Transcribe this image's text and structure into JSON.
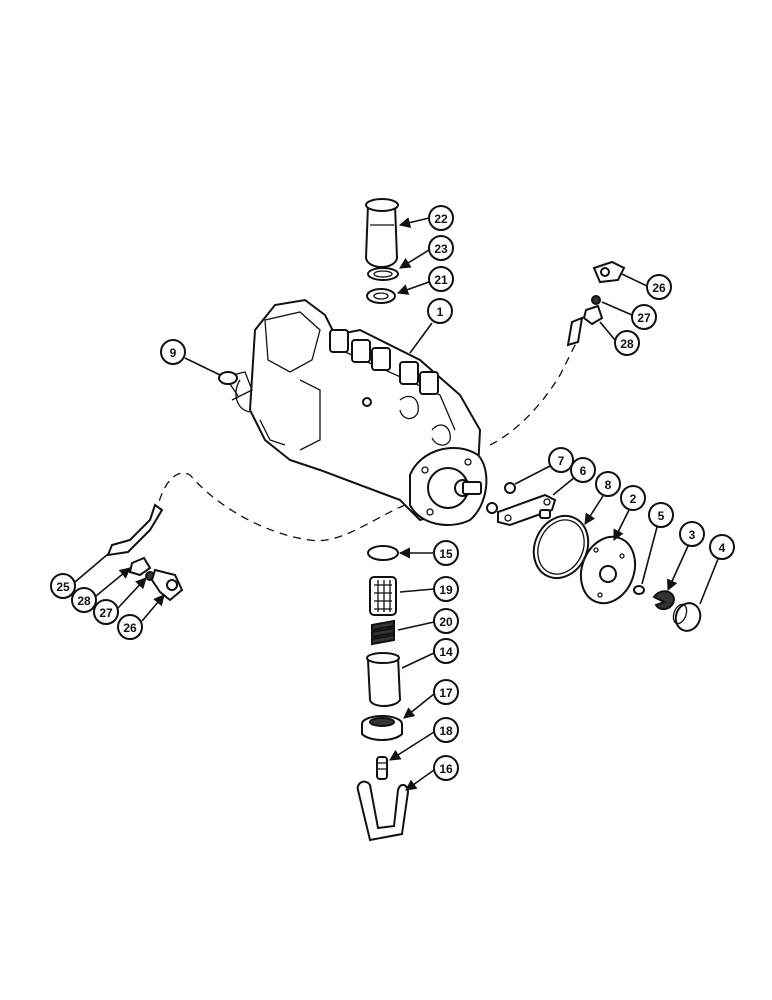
{
  "diagram": {
    "callouts": [
      "1",
      "2",
      "3",
      "4",
      "5",
      "6",
      "7",
      "8",
      "9",
      "14",
      "15",
      "16",
      "17",
      "18",
      "19",
      "20",
      "21",
      "22",
      "23",
      "25",
      "26",
      "27",
      "28"
    ],
    "lower_callouts": [
      "25",
      "28",
      "27",
      "26"
    ]
  }
}
